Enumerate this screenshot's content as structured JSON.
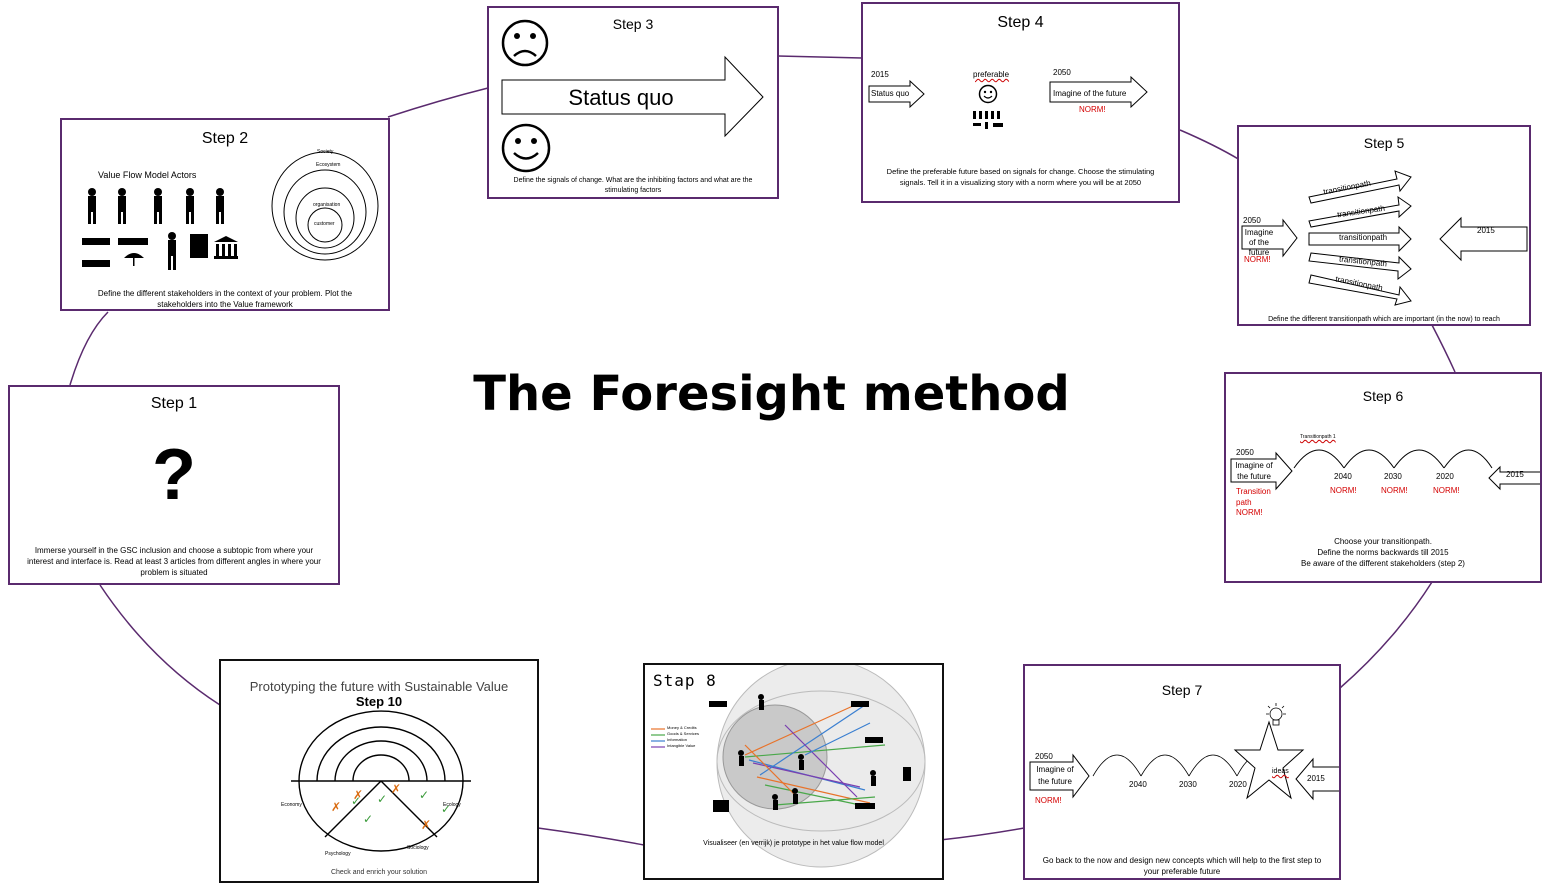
{
  "main_title": "The Foresight method",
  "step1": {
    "title": "Step 1",
    "symbol": "?",
    "text": "Immerse yourself in the GSC inclusion and choose a subtopic from where your interest and interface is. Read at least 3 articles from different angles in where your problem is situated"
  },
  "step2": {
    "title": "Step 2",
    "subtitle": "Value Flow Model Actors",
    "rings": [
      "Society",
      "Ecosystem",
      "organisation",
      "customer"
    ],
    "text": "Define the different stakeholders in the context of your problem. Plot the stakeholders into the Value framework"
  },
  "step3": {
    "title": "Step 3",
    "arrow_label": "Status quo",
    "text": "Define the signals of change. What are the inhibiting factors and what are the stimulating factors"
  },
  "step4": {
    "title": "Step 4",
    "year_now": "2015",
    "status": "Status quo",
    "preferable": "preferable",
    "year_future": "2050",
    "future": "Imagine of the future",
    "norm": "NORM!",
    "text": "Define the preferable future based on signals for change. Choose the stimulating signals. Tell it in a visualizing story with a norm where you will be at 2050"
  },
  "step5": {
    "title": "Step 5",
    "year_future": "2050",
    "future": "Imagine of the future",
    "norm": "NORM!",
    "paths": [
      "transitionpath",
      "transitionpath",
      "transitionpath",
      "transitionpath",
      "transitionpath"
    ],
    "year_now": "2015",
    "text": "Define the different transitionpath which are important (in the now) to reach"
  },
  "step6": {
    "title": "Step 6",
    "path_label": "Transitionpath 1",
    "year_future": "2050",
    "future": "Imagine of the future",
    "transition": "Transition path",
    "norm": "NORM!",
    "years": [
      "2040",
      "2030",
      "2020"
    ],
    "year_now": "2015",
    "text_lines": [
      "Choose your transitionpath.",
      "Define the norms backwards till 2015",
      "Be aware of the different stakeholders (step 2)"
    ]
  },
  "step7": {
    "title": "Step 7",
    "year_future": "2050",
    "future": "Imagine of the future",
    "norm": "NORM!",
    "years": [
      "2040",
      "2030",
      "2020"
    ],
    "ideas": "ideas",
    "year_now": "2015",
    "text": "Go back to the now and design new concepts which will help to the first step to your preferable future"
  },
  "step8": {
    "title": "Stap 8",
    "legend": [
      "Money & Credits",
      "Goods & Services",
      "Information",
      "Intangible Value"
    ],
    "legend_colors": [
      "#e8732a",
      "#4aa84a",
      "#3a7fd0",
      "#7a3fb0"
    ],
    "text": "Visualiseer (en verrijk) je prototype in het value flow model"
  },
  "step10": {
    "heading": "Prototyping the future with Sustainable Value",
    "title": "Step 10",
    "axis_left": "Economy",
    "axis_right": "Ecology",
    "axis_bl": "Psychology",
    "axis_br": "Sociology",
    "text": "Check and enrich your solution"
  }
}
